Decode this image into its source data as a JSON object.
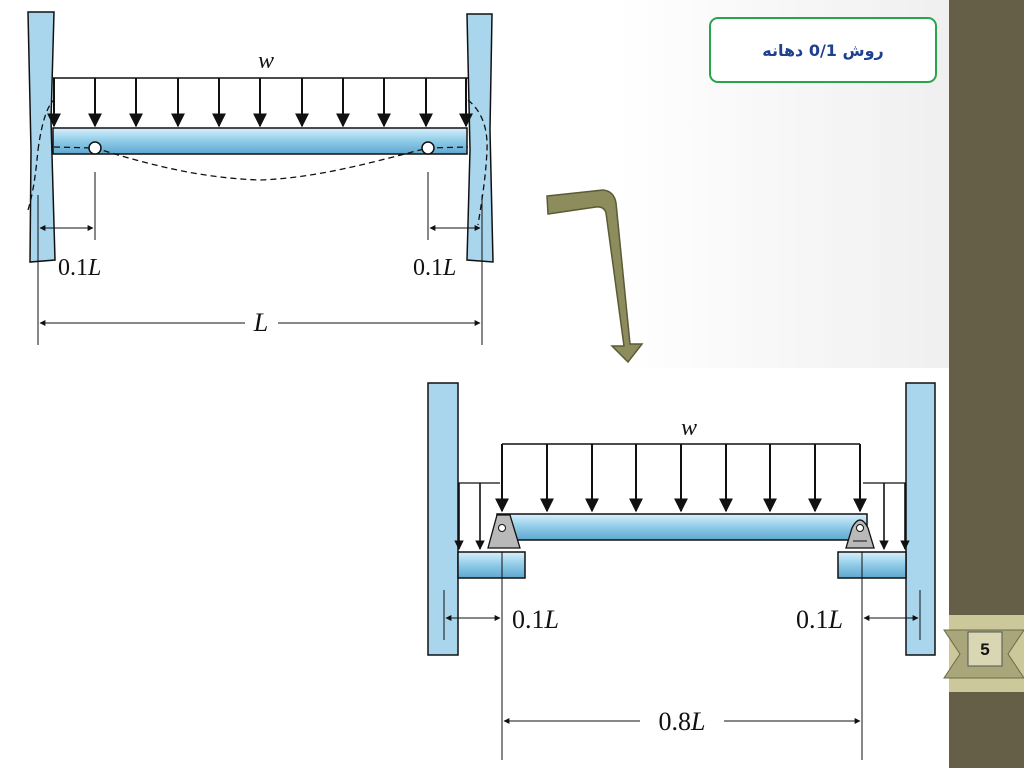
{
  "title": "روش 0/1 دهانه",
  "page_number": "5",
  "colors": {
    "beam": "#9fd3ec",
    "wall": "#a9d6ec",
    "sidebar": "#665f47",
    "box_border": "#2aa44a",
    "arrow": "#8c8c5c"
  },
  "top_figure": {
    "load_label": "w",
    "left_dim": "0.1",
    "right_dim": "0.1",
    "span_label": "L",
    "unit_symbol": "L"
  },
  "bottom_figure": {
    "load_label": "w",
    "left_dim": "0.1",
    "right_dim": "0.1",
    "span_label": "0.8",
    "unit_symbol": "L"
  }
}
